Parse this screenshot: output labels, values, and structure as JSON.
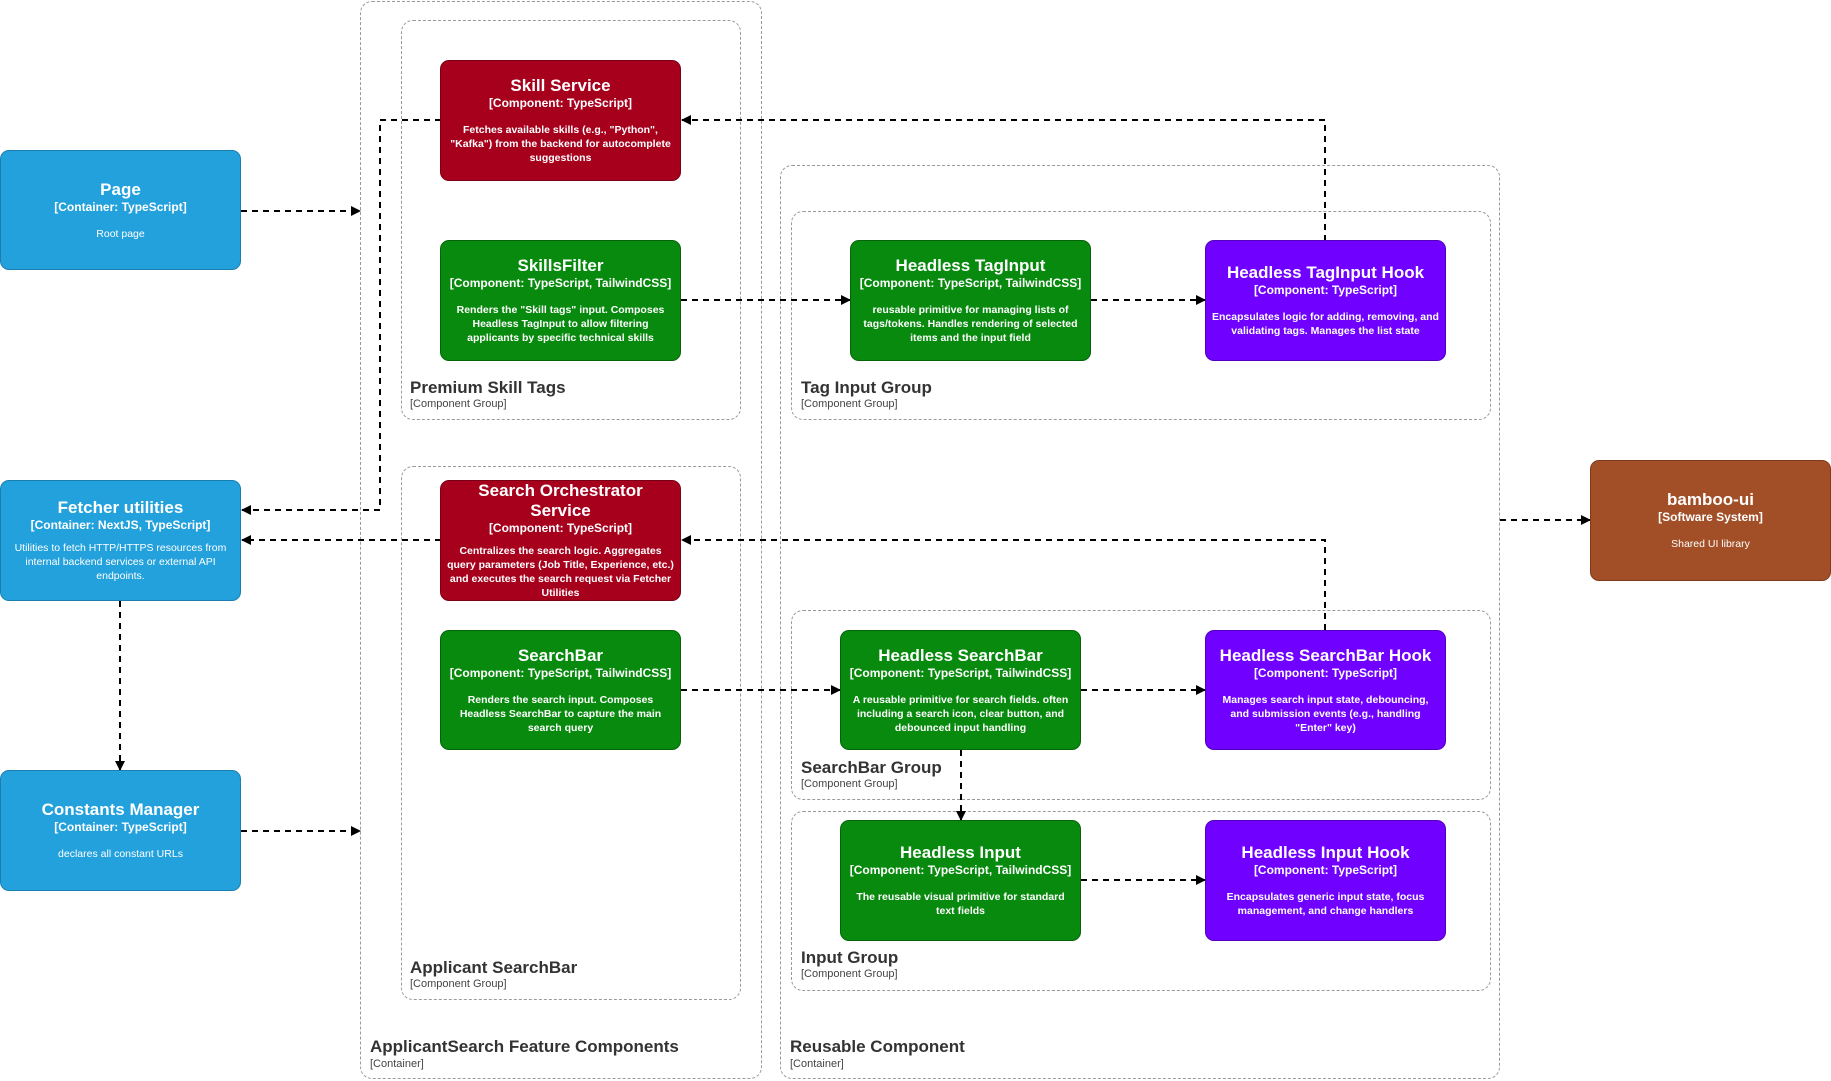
{
  "colors": {
    "container": "#23a1dc",
    "service": "#a6001c",
    "component": "#078a0d",
    "hook": "#7000ff",
    "system": "#a24f27",
    "edge": "#000000",
    "group_border": "#9a9a9a"
  },
  "groups": {
    "feature": {
      "name": "ApplicantSearch Feature Components",
      "type": "[Container]"
    },
    "premium": {
      "name": "Premium Skill Tags",
      "type": "[Component Group]"
    },
    "applicant": {
      "name": "Applicant SearchBar",
      "type": "[Component Group]"
    },
    "reusable": {
      "name": "Reusable Component",
      "type": "[Container]"
    },
    "taginput": {
      "name": "Tag Input Group",
      "type": "[Component Group]"
    },
    "searchbar": {
      "name": "SearchBar Group",
      "type": "[Component Group]"
    },
    "input": {
      "name": "Input Group",
      "type": "[Component Group]"
    }
  },
  "nodes": {
    "page": {
      "title": "Page",
      "tech": "[Container: TypeScript]",
      "desc": "Root page"
    },
    "fetcher": {
      "title": "Fetcher utilities",
      "tech": "[Container: NextJS, TypeScript]",
      "desc": "Utilities to fetch HTTP/HTTPS resources from internal backend services or external API endpoints."
    },
    "constants": {
      "title": "Constants Manager",
      "tech": "[Container: TypeScript]",
      "desc": "declares all constant URLs"
    },
    "skill_service": {
      "title": "Skill Service",
      "tech": "[Component: TypeScript]",
      "desc": "Fetches available skills (e.g., \"Python\", \"Kafka\") from the backend for autocomplete suggestions"
    },
    "skills_filter": {
      "title": "SkillsFilter",
      "tech": "[Component: TypeScript, TailwindCSS]",
      "desc": "Renders the \"Skill tags\" input. Composes Headless TagInput to allow filtering applicants by specific technical skills"
    },
    "orchestrator": {
      "title": "Search Orchestrator Service",
      "tech": "[Component: TypeScript]",
      "desc": "Centralizes the search logic. Aggregates query parameters (Job Title, Experience, etc.) and executes the search request via Fetcher Utilities"
    },
    "searchbar": {
      "title": "SearchBar",
      "tech": "[Component: TypeScript, TailwindCSS]",
      "desc": "Renders the search input. Composes Headless SearchBar to capture the main search query"
    },
    "headless_taginput": {
      "title": "Headless TagInput",
      "tech": "[Component: TypeScript, TailwindCSS]",
      "desc": "reusable primitive for managing lists of tags/tokens. Handles rendering of selected items and the input field"
    },
    "taginput_hook": {
      "title": "Headless TagInput Hook",
      "tech": "[Component: TypeScript]",
      "desc": "Encapsulates logic for adding, removing, and validating tags. Manages the list state"
    },
    "headless_searchbar": {
      "title": "Headless SearchBar",
      "tech": "[Component: TypeScript, TailwindCSS]",
      "desc": "A reusable primitive for search fields. often including a search icon, clear button, and debounced input handling"
    },
    "searchbar_hook": {
      "title": "Headless SearchBar Hook",
      "tech": "[Component: TypeScript]",
      "desc": "Manages search input state, debouncing, and submission events (e.g., handling \"Enter\" key)"
    },
    "headless_input": {
      "title": "Headless Input",
      "tech": "[Component: TypeScript, TailwindCSS]",
      "desc": "The reusable visual primitive for standard text fields"
    },
    "input_hook": {
      "title": "Headless Input Hook",
      "tech": "[Component: TypeScript]",
      "desc": "Encapsulates generic input state, focus management, and change handlers"
    },
    "bamboo": {
      "title": "bamboo-ui",
      "tech": "[Software System]",
      "desc": "Shared UI library"
    }
  }
}
